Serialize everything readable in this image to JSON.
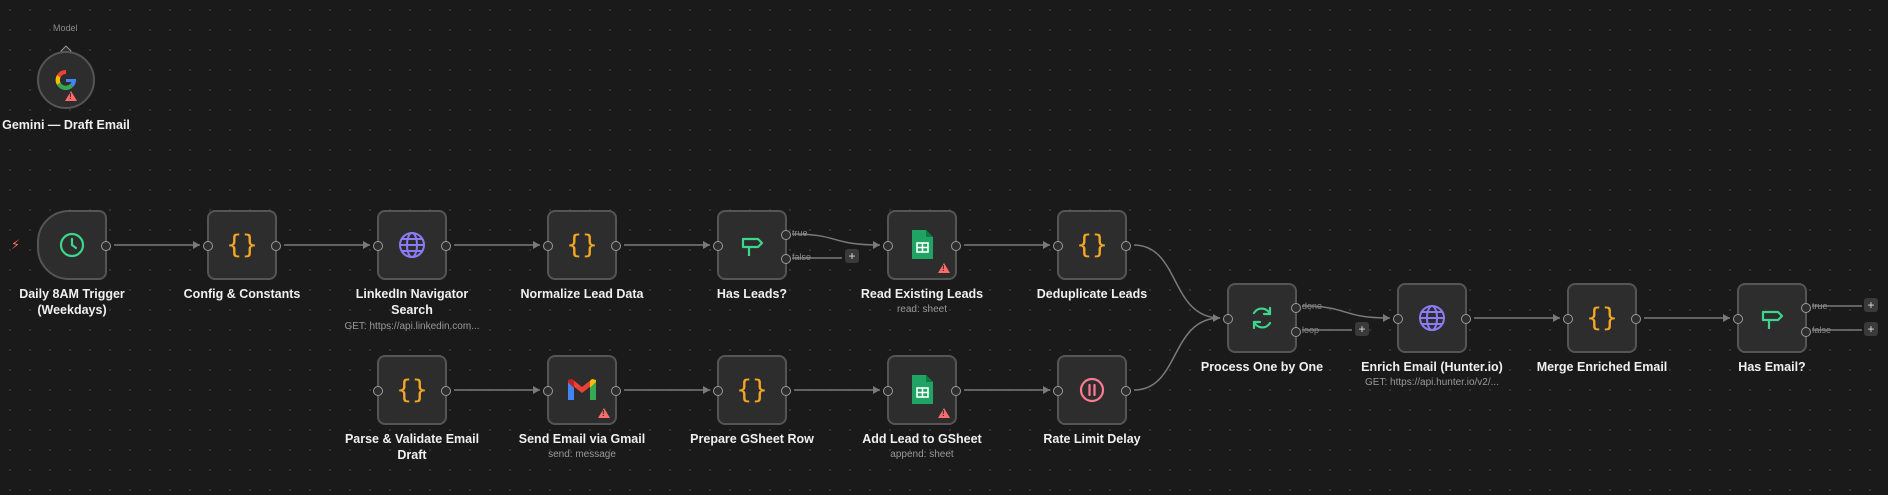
{
  "model": {
    "tag": "Model",
    "label": "Gemini — Draft Email",
    "icon": "google-g-icon"
  },
  "colors": {
    "curly": "#f5a623",
    "green": "#3dd68c",
    "purple": "#8b7cf6",
    "warning": "#ff6b6b",
    "pink": "#ff7a92",
    "gmail_red": "#ea4335",
    "sheets_green": "#1fa463"
  },
  "nodes": [
    {
      "id": "trigger",
      "label": "Daily 8AM Trigger (Weekdays)",
      "sublabel": "",
      "icon": "clock-icon"
    },
    {
      "id": "config",
      "label": "Config & Constants",
      "sublabel": "",
      "icon": "code-braces-icon"
    },
    {
      "id": "linkedin",
      "label": "LinkedIn Navigator Search",
      "sublabel": "GET: https://api.linkedin.com...",
      "icon": "globe-icon"
    },
    {
      "id": "normalize",
      "label": "Normalize Lead Data",
      "sublabel": "",
      "icon": "code-braces-icon"
    },
    {
      "id": "has_leads",
      "label": "Has Leads?",
      "sublabel": "",
      "icon": "signpost-icon",
      "outputs": [
        "true",
        "false"
      ]
    },
    {
      "id": "read_leads",
      "label": "Read Existing Leads",
      "sublabel": "read: sheet",
      "icon": "google-sheets-icon"
    },
    {
      "id": "dedupe",
      "label": "Deduplicate Leads",
      "sublabel": "",
      "icon": "code-braces-icon"
    },
    {
      "id": "process",
      "label": "Process One by One",
      "sublabel": "",
      "icon": "loop-icon",
      "outputs": [
        "done",
        "loop"
      ]
    },
    {
      "id": "enrich",
      "label": "Enrich Email (Hunter.io)",
      "sublabel": "GET: https://api.hunter.io/v2/...",
      "icon": "globe-icon"
    },
    {
      "id": "merge",
      "label": "Merge Enriched Email",
      "sublabel": "",
      "icon": "code-braces-icon"
    },
    {
      "id": "has_email",
      "label": "Has Email?",
      "sublabel": "",
      "icon": "signpost-icon",
      "outputs": [
        "true",
        "false"
      ]
    },
    {
      "id": "parse",
      "label": "Parse & Validate Email Draft",
      "sublabel": "",
      "icon": "code-braces-icon"
    },
    {
      "id": "gmail",
      "label": "Send Email via Gmail",
      "sublabel": "send: message",
      "icon": "gmail-icon"
    },
    {
      "id": "prepare",
      "label": "Prepare GSheet Row",
      "sublabel": "",
      "icon": "code-braces-icon"
    },
    {
      "id": "add_lead",
      "label": "Add Lead to GSheet",
      "sublabel": "append: sheet",
      "icon": "google-sheets-icon"
    },
    {
      "id": "rate",
      "label": "Rate Limit Delay",
      "sublabel": "",
      "icon": "pause-icon"
    }
  ],
  "glyphs": {
    "braces": "{}",
    "plus": "+",
    "g": "G",
    "bolt": "⚡"
  }
}
